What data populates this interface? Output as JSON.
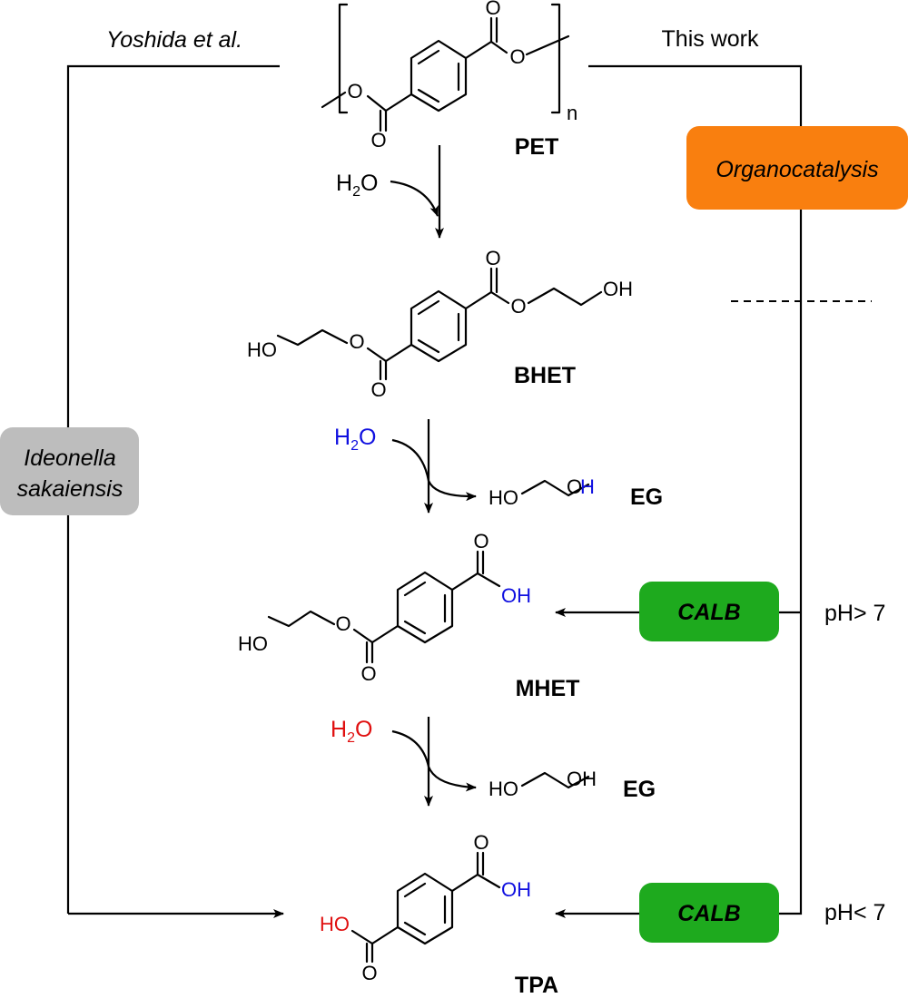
{
  "colors": {
    "organocatalysis_box": "#f97f0f",
    "calb_box": "#1eaa1e",
    "ideonella_box": "#bdbdbd",
    "water_blue": "#1010e0",
    "water_red": "#e01010"
  },
  "routes": {
    "left_label": "Yoshida et al.",
    "right_label": "This work"
  },
  "boxes": {
    "organocatalysis": "Organocatalysis",
    "ideonella_line1": "Ideonella",
    "ideonella_line2": "sakaiensis",
    "calb_1": "CALB",
    "calb_2": "CALB"
  },
  "conditions": {
    "ph_basic": "pH> 7",
    "ph_acidic": "pH< 7"
  },
  "compounds": {
    "pet": "PET",
    "bhet": "BHET",
    "mhet": "MHET",
    "tpa": "TPA",
    "eg1": "EG",
    "eg2": "EG"
  },
  "atoms": {
    "O": "O",
    "HO": "HO",
    "OH": "OH",
    "n": "n"
  },
  "reagents": {
    "water_H": "H",
    "water_sub": "2",
    "water_O": "O"
  }
}
